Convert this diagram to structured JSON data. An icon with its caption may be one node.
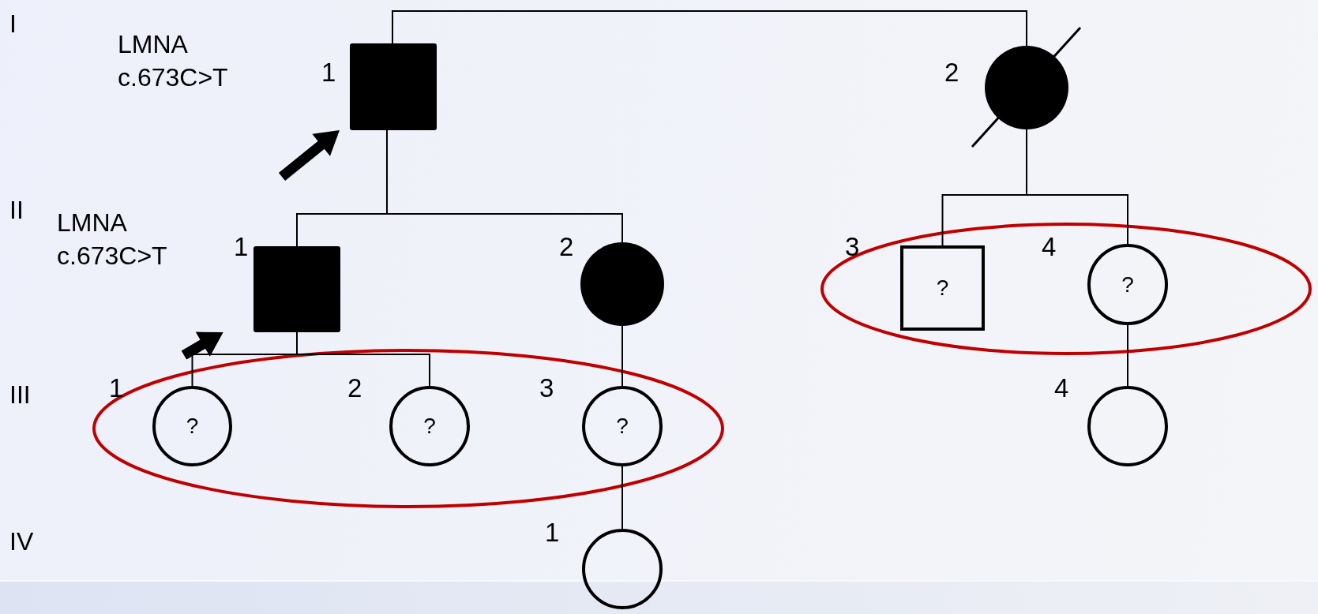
{
  "diagram": {
    "nodes": [
      {
        "text": [],
        "shape": "box",
        "beside": [
          "1",
          "LMNA c.673C>T"
        ]
      },
      {
        "text": [],
        "shape": "circle",
        "beside": [
          "2"
        ]
      },
      {
        "text": [],
        "shape": "box",
        "beside": [
          "1",
          "LMNA c.673C>T"
        ]
      },
      {
        "text": [],
        "shape": "circle",
        "beside": [
          "2"
        ]
      },
      {
        "text": [
          "?"
        ],
        "beside": [
          "3"
        ]
      },
      {
        "text": [
          "?"
        ],
        "beside": [
          "4"
        ]
      },
      {
        "text": [
          "?"
        ],
        "beside": [
          "1"
        ]
      },
      {
        "text": [
          "?"
        ],
        "beside": [
          "2"
        ]
      },
      {
        "text": [
          "?"
        ],
        "beside": [
          "3"
        ]
      },
      {
        "text": [],
        "shape": "circle",
        "beside": [
          "4"
        ]
      },
      {
        "text": [],
        "shape": "circle",
        "beside": [
          "1"
        ]
      }
    ],
    "edges": [
      {
        "from": 0,
        "to": 1,
        "arrow": "none"
      },
      {
        "from": 0,
        "to": 2,
        "arrow": "none"
      },
      {
        "from": 0,
        "to": 3,
        "arrow": "none"
      },
      {
        "from": 1,
        "to": 4,
        "arrow": "none"
      },
      {
        "from": 1,
        "to": 5,
        "arrow": "none"
      },
      {
        "from": 2,
        "to": 6,
        "arrow": "none"
      },
      {
        "from": 2,
        "to": 7,
        "arrow": "none"
      },
      {
        "from": 3,
        "to": 8,
        "arrow": "none"
      },
      {
        "from": 5,
        "to": 9,
        "arrow": "none"
      },
      {
        "from": 8,
        "to": 10,
        "arrow": "none"
      },
      {
        "from": null,
        "to": 0,
        "arrow": "to",
        "style": "thick"
      },
      {
        "from": null,
        "to": 2,
        "arrow": "to",
        "style": "thick"
      }
    ],
    "labels": [
      "I",
      "II",
      "III",
      "IV"
    ]
  }
}
